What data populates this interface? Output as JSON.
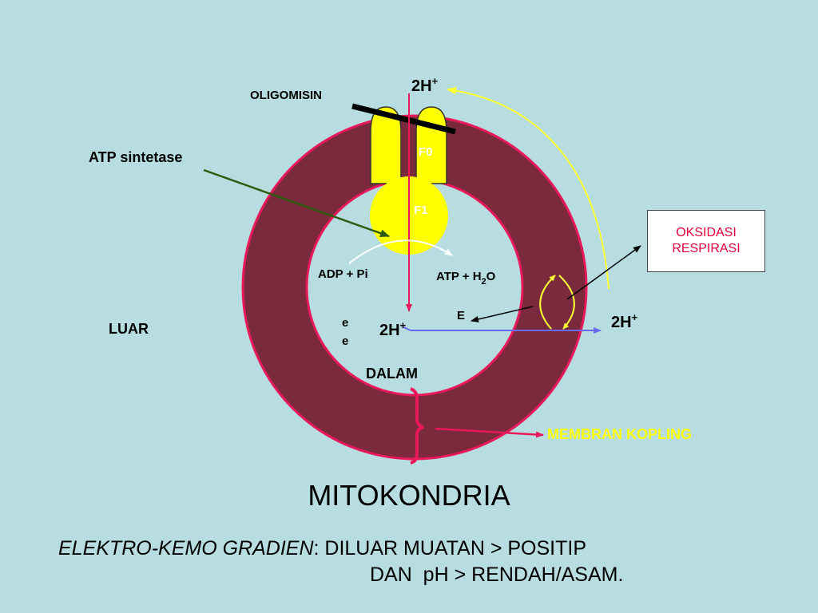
{
  "labels": {
    "oligomisin": "OLIGOMISIN",
    "atp_sintetase": "ATP sintetase",
    "top_proton": "2H",
    "right_proton": "2H",
    "inner_proton": "2H",
    "plus": "+",
    "f0": "F0",
    "f1": "F1",
    "adp": "ADP + Pi",
    "atp_prefix": "ATP + H",
    "atp_sub": "2",
    "atp_suffix": "O",
    "luar": "LUAR",
    "dalam": "DALAM",
    "e_upper": "E",
    "e_lower_1": "e",
    "e_lower_2": "e",
    "oksidasi_line1": "OKSIDASI",
    "oksidasi_line2": "RESPIRASI",
    "membran": "MEMBRAN KOPLING"
  },
  "title": "MITOKONDRIA",
  "caption": {
    "italic": "ELEKTRO-KEMO GRADIEN",
    "rest": ": DILUAR MUATAN > POSITIP",
    "line2": "DAN  pH > RENDAH/ASAM."
  },
  "colors": {
    "background": "#b7dde0",
    "membrane": "#7a2a3c",
    "membrane_border": "#e8185a",
    "atp_synthase": "#ffff00",
    "membran_label": "#ffff00",
    "oksidasi_text": "#e8003c",
    "proton_flow": "#6a6af0"
  }
}
